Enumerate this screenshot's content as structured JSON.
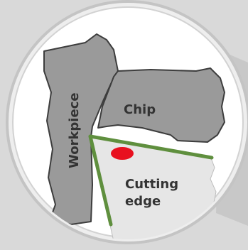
{
  "diagram": {
    "labels": {
      "workpiece": "Workpiece",
      "chip": "Chip",
      "cutting_edge_line1": "Cutting",
      "cutting_edge_line2": "edge"
    }
  },
  "colors": {
    "background": "#d9d9d9",
    "circle_fill": "#ffffff",
    "circle_border": "#c4c4c4",
    "material_fill": "#9a9a9a",
    "material_stroke": "#3d3d3d",
    "tool_fill": "#e8e8e8",
    "tool_edge": "#5f8f3e",
    "hotspot": "#e8101f",
    "text": "#333333"
  }
}
